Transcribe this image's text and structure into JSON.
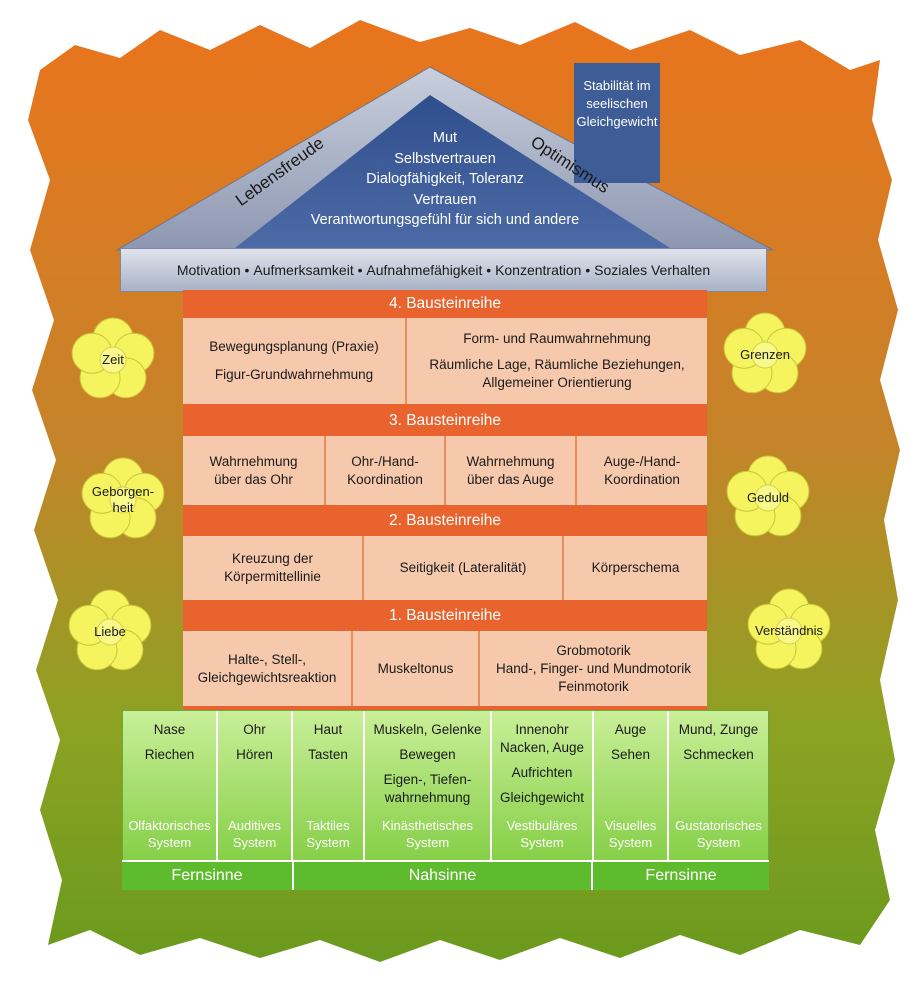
{
  "colors": {
    "orange": "#e8632e",
    "peach": "#f6c9ad",
    "roof": "#3e5d96",
    "green": "#8fd04a",
    "flower": "#f5f35e"
  },
  "roof": {
    "left_word": "Lebensfreude",
    "right_word": "Optimismus",
    "lines": [
      "Mut",
      "Selbstvertrauen",
      "Dialogfähigkeit, Toleranz",
      "Vertrauen",
      "Verantwortungsgefühl für sich und andere"
    ]
  },
  "chimney": {
    "lines": [
      "Stabilität im",
      "seelischen",
      "Gleichgewicht"
    ]
  },
  "eave": {
    "items": [
      "Motivation",
      "Aufmerksamkeit",
      "Aufnahmefähigkeit",
      "Konzentration",
      "Soziales Verhalten"
    ]
  },
  "rows": [
    {
      "title": "4. Bausteinreihe",
      "cells": [
        {
          "lines": [
            "Bewegungsplanung (Praxie)",
            "Figur-Grundwahrnehmung"
          ]
        },
        {
          "lines": [
            "Form- und Raumwahrnehmung",
            "Räumliche Lage, Räumliche Beziehungen,",
            "Allgemeiner Orientierung"
          ]
        }
      ]
    },
    {
      "title": "3. Bausteinreihe",
      "cells": [
        {
          "lines": [
            "Wahrnehmung",
            "über das Ohr"
          ]
        },
        {
          "lines": [
            "Ohr-/Hand-",
            "Koordination"
          ]
        },
        {
          "lines": [
            "Wahrnehmung",
            "über das Auge"
          ]
        },
        {
          "lines": [
            "Auge-/Hand-",
            "Koordination"
          ]
        }
      ]
    },
    {
      "title": "2. Bausteinreihe",
      "cells": [
        {
          "lines": [
            "Kreuzung der",
            "Körpermittellinie"
          ]
        },
        {
          "lines": [
            "Seitigkeit (Lateralität)"
          ]
        },
        {
          "lines": [
            "Körperschema"
          ]
        }
      ]
    },
    {
      "title": "1. Bausteinreihe",
      "cells": [
        {
          "lines": [
            "Halte-, Stell-,",
            "Gleichgewichtsreaktion"
          ]
        },
        {
          "lines": [
            "Muskeltonus"
          ]
        },
        {
          "lines": [
            "Grobmotorik",
            "Hand-, Finger- und Mundmotorik",
            "Feinmotorik"
          ]
        }
      ]
    }
  ],
  "senses": [
    {
      "lines": [
        "Nase",
        "Riechen"
      ],
      "system": [
        "Olfaktorisches",
        "System"
      ]
    },
    {
      "lines": [
        "Ohr",
        "Hören"
      ],
      "system": [
        "Auditives",
        "System"
      ]
    },
    {
      "lines": [
        "Haut",
        "Tasten"
      ],
      "system": [
        "Taktiles",
        "System"
      ]
    },
    {
      "lines": [
        "Muskeln, Gelenke",
        "Bewegen",
        "Eigen-, Tiefen-\nwahrnehmung"
      ],
      "system": [
        "Kinästhetisches",
        "System"
      ]
    },
    {
      "lines": [
        "Innenohr\nNacken, Auge",
        "Aufrichten",
        "Gleichgewicht"
      ],
      "system": [
        "Vestibuläres",
        "System"
      ]
    },
    {
      "lines": [
        "Auge",
        "Sehen"
      ],
      "system": [
        "Visuelles",
        "System"
      ]
    },
    {
      "lines": [
        "Mund, Zunge",
        "Schmecken"
      ],
      "system": [
        "Gustatorisches",
        "System"
      ]
    }
  ],
  "footer": [
    "Fernsinne",
    "Nahsinne",
    "Fernsinne"
  ],
  "flowers": {
    "left": [
      "Zeit",
      "Geborgen-\nheit",
      "Liebe"
    ],
    "right": [
      "Grenzen",
      "Geduld",
      "Verständnis"
    ]
  }
}
